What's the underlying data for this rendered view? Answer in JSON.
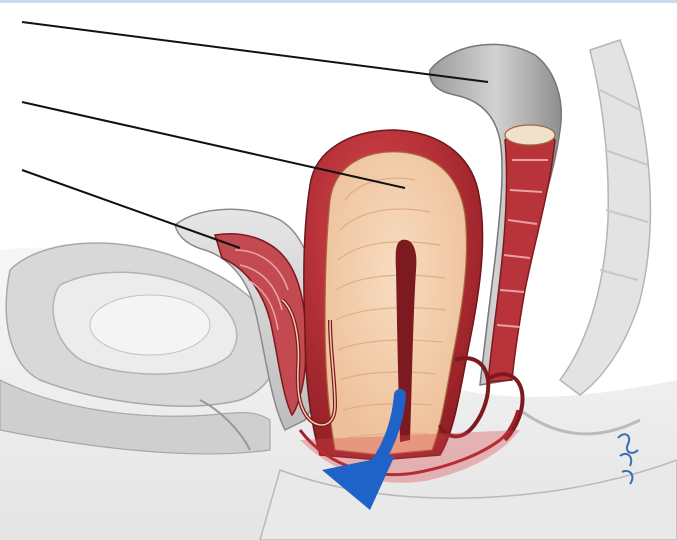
{
  "figure": {
    "kind": "anatomical illustration",
    "leader_line_count": 3,
    "signature": "©E.L.",
    "colors": {
      "tissue_pink": "#f3cfae",
      "muscle_red": "#b3212b",
      "outline_red": "#7d1a1f",
      "gray_organ": "#d4d4d4",
      "arrow_blue": "#1f63c8",
      "leader_line": "#111111"
    }
  }
}
